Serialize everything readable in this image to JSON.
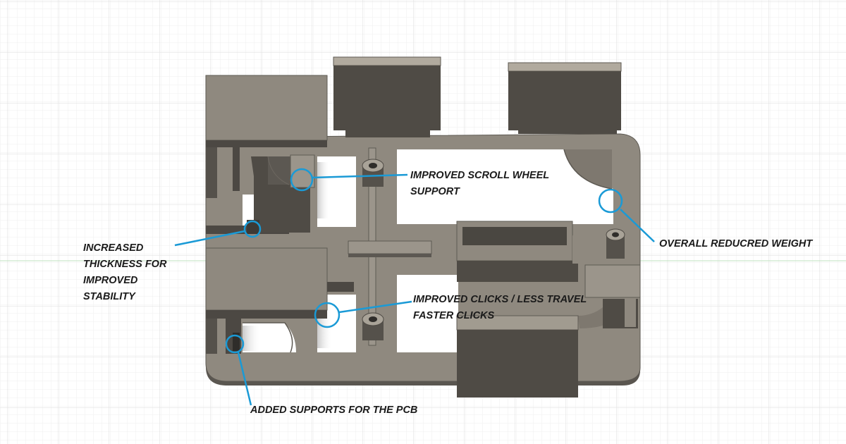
{
  "annotations": {
    "scroll_wheel": {
      "line1": "IMPROVED SCROLL WHEEL",
      "line2": "SUPPORT"
    },
    "weight": {
      "line1": "OVERALL REDUCRED WEIGHT"
    },
    "thickness": {
      "line1": "INCREASED",
      "line2": "THICKNESS FOR",
      "line3": "IMPROVED",
      "line4": "STABILITY"
    },
    "clicks": {
      "line1": "IMPROVED CLICKS / LESS TRAVEL",
      "line2": "FASTER CLICKS"
    },
    "pcb": {
      "line1": "ADDED SUPPORTS FOR THE PCB"
    }
  },
  "colors": {
    "grid_minor": "#eeeeee",
    "grid_major": "#dcdcdc",
    "grid_axis": "#b8e0b8",
    "part_face": "#8f897f",
    "part_face_light": "#a19b90",
    "part_wall": "#545049",
    "part_wall_dark": "#47443e",
    "part_top": "#b1aa9e",
    "callout": "#1a9ad6"
  }
}
